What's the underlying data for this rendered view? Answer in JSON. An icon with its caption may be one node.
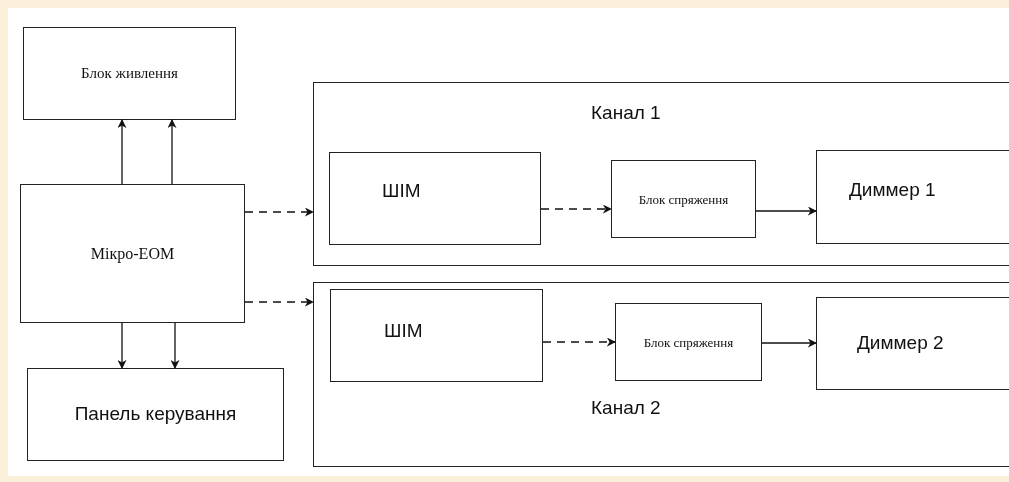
{
  "diagram": {
    "nodes": [
      {
        "text": [
          "Блок живлення"
        ]
      },
      {
        "text": [
          "Мікро-ЕОМ"
        ]
      },
      {
        "text": [
          "Панель керування"
        ]
      },
      {
        "text": [
          "Канал 1"
        ]
      },
      {
        "text": [
          "ШІМ"
        ],
        "in": 3
      },
      {
        "text": [
          "Блок спряження"
        ],
        "in": 3
      },
      {
        "text": [
          "Диммер 1"
        ],
        "in": 3
      },
      {
        "text": [
          "Канал 2"
        ]
      },
      {
        "text": [
          "ШІМ"
        ],
        "in": 7
      },
      {
        "text": [
          "Блок спряження"
        ],
        "in": 7
      },
      {
        "text": [
          "Диммер 2"
        ],
        "in": 7
      }
    ],
    "edges": [
      {
        "from": 1,
        "to": 0,
        "arrow": "to"
      },
      {
        "from": 1,
        "to": 0,
        "arrow": "to"
      },
      {
        "from": 1,
        "to": 2,
        "arrow": "to"
      },
      {
        "from": 1,
        "to": 2,
        "arrow": "to"
      },
      {
        "from": 1,
        "to": 3,
        "arrow": "to",
        "style": "dashed"
      },
      {
        "from": 1,
        "to": 7,
        "arrow": "to",
        "style": "dashed"
      },
      {
        "from": 4,
        "to": 5,
        "arrow": "to",
        "style": "dashed"
      },
      {
        "from": 5,
        "to": 6,
        "arrow": "to"
      },
      {
        "from": 8,
        "to": 9,
        "arrow": "to",
        "style": "dashed"
      },
      {
        "from": 9,
        "to": 10,
        "arrow": "to"
      }
    ]
  }
}
